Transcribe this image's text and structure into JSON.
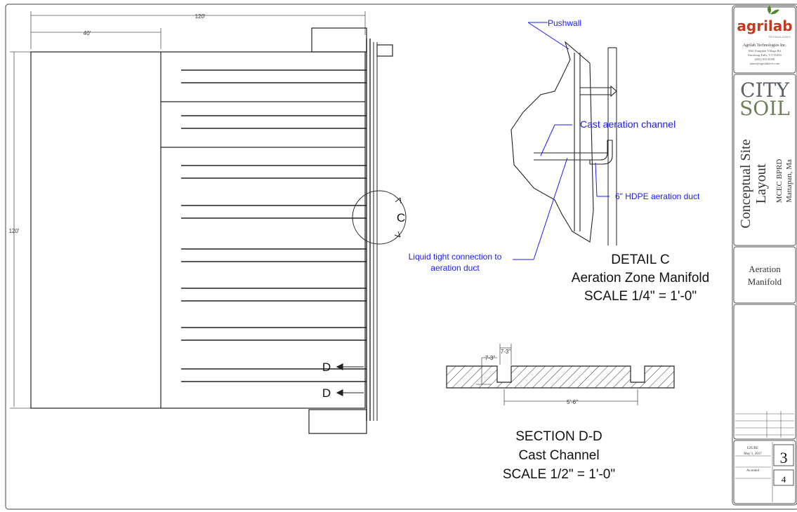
{
  "plan": {
    "dim_width": "120'",
    "dim_left": "40'",
    "dim_height": "120'",
    "callout_c": "C",
    "section_d_top": "D",
    "section_d_bottom": "D"
  },
  "detail_c": {
    "label_pushwall": "Pushwall",
    "label_channel": "Cast aeration channel",
    "label_duct": "6\" HDPE aeration duct",
    "label_connection_1": "Liquid tight connection to",
    "label_connection_2": "aeration duct",
    "title": "DETAIL C",
    "subtitle": "Aeration Zone Manifold",
    "scale": "SCALE 1/4\" = 1'-0\""
  },
  "section_dd": {
    "dim_depth": "7-3\"",
    "dim_width_small": "7-3\"",
    "dim_span": "5'-6\"",
    "title": "SECTION D-D",
    "subtitle": "Cast Channel",
    "scale": "SCALE 1/2\" = 1'-0\""
  },
  "title_block": {
    "logo": "agrilab",
    "logo_tagline": "TECHNOLOGIES",
    "company": "Agrilab Technologies Inc.",
    "address_1": "1061 Pumpkin Village Rd.",
    "address_2": "Enosburg Falls, VT 05450",
    "phone": "(802) 933-8398",
    "email": "jamie@agrilabtech.com",
    "client_1": "CITY",
    "client_2": "SOIL",
    "sheet_title_1": "Conceptual Site",
    "sheet_title_2": "Layout",
    "project_1": "MCEC BPRD",
    "project_2": "Mattapan, Ma",
    "drawing_title_1": "Aeration",
    "drawing_title_2": "Manifold",
    "drawn_by": "EZURE",
    "date": "May 1, 2017",
    "sheet_number": "3",
    "sheet_total": "4",
    "scale_label": "As noted",
    "colors": {
      "logo_red": "#c43a1e",
      "logo_green": "#4f8a2a",
      "client_green": "#6e7e5a",
      "client_grey": "#5a5f66"
    }
  }
}
